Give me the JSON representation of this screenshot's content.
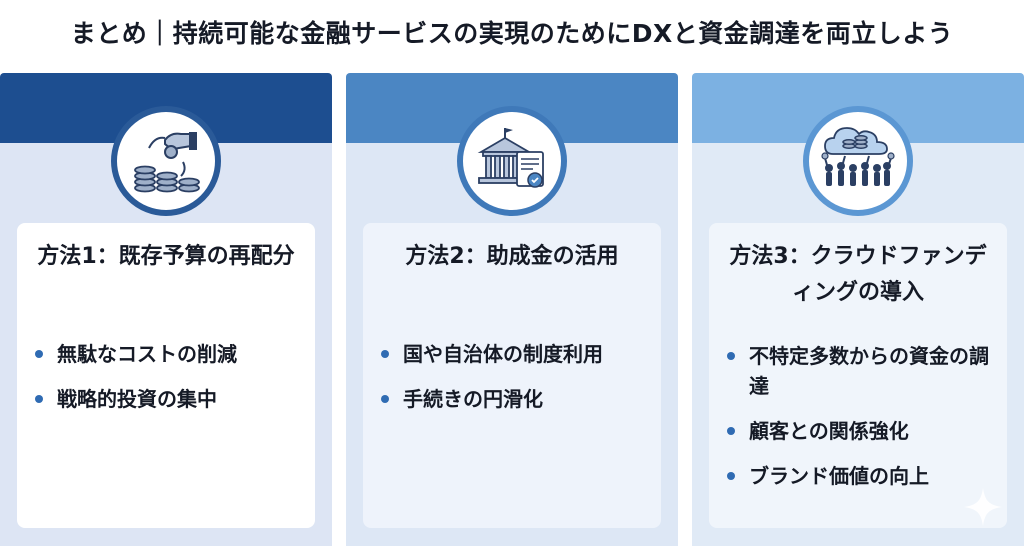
{
  "title": "まとめ｜持続可能な金融サービスの実現のためにDXと資金調達を両立しよう",
  "colors": {
    "panel1_band": "#1d4e90",
    "panel2_band": "#4b86c3",
    "panel3_band": "#7cb1e2",
    "bullet": "#2f6bb3"
  },
  "panels": [
    {
      "icon": "coin-stacks-hand-icon",
      "heading": "方法1：既存予算の再配分",
      "bullets": [
        "無駄なコストの削減",
        "戦略的投資の集中"
      ]
    },
    {
      "icon": "government-building-certificate-icon",
      "heading": "方法2：助成金の活用",
      "bullets": [
        "国や自治体の制度利用",
        "手続きの円滑化"
      ]
    },
    {
      "icon": "cloud-crowd-coins-icon",
      "heading": "方法3：クラウドファンディングの導入",
      "bullets": [
        "不特定多数からの資金の調達",
        "顧客との関係強化",
        "ブランド価値の向上"
      ]
    }
  ]
}
